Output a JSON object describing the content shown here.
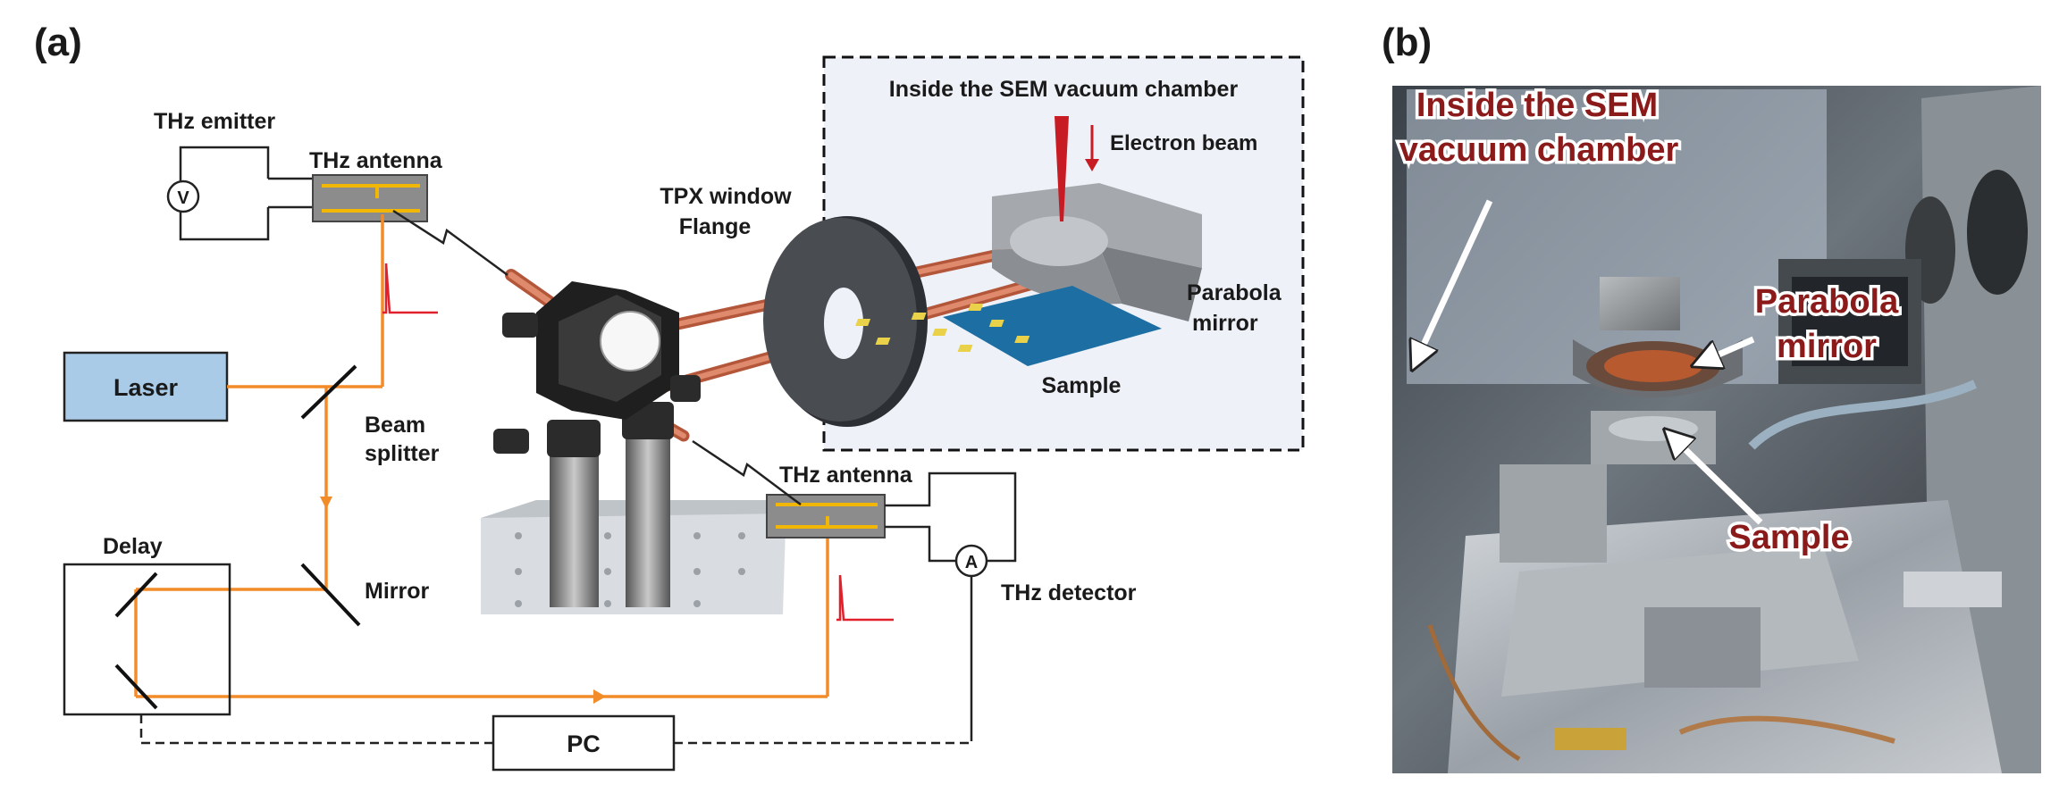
{
  "panel_a": {
    "letter": "(a)",
    "labels": {
      "thz_emitter": "THz emitter",
      "thz_antenna_top": "THz antenna",
      "laser": "Laser",
      "beam_splitter_1": "Beam",
      "beam_splitter_2": "splitter",
      "delay": "Delay",
      "mirror": "Mirror",
      "tpx_window": "TPX window",
      "flange": "Flange",
      "thz_antenna_bottom": "THz antenna",
      "thz_detector": "THz detector",
      "pc": "PC",
      "voltmeter": "V",
      "ammeter": "A"
    },
    "inset": {
      "title": "Inside the SEM vacuum chamber",
      "electron_beam": "Electron beam",
      "parabola_1": "Parabola",
      "parabola_2": "mirror",
      "sample": "Sample"
    }
  },
  "panel_b": {
    "letter": "(b)",
    "labels": {
      "inside_1": "Inside the SEM",
      "inside_2": "vacuum chamber",
      "parabola_1": "Parabola",
      "parabola_2": "mirror",
      "sample": "Sample"
    }
  },
  "colors": {
    "beam_orange": "#f28c28",
    "thz_beam": "#d9785a",
    "antenna_gold": "#f2b705",
    "antenna_gray": "#8c8c8c",
    "laser_blue": "#a9cbe8",
    "pulse_red": "#e0202a",
    "inset_text_blue": "#1f2e7a",
    "electron_red": "#d01f1f",
    "photo_label": "#8b1a1a"
  }
}
